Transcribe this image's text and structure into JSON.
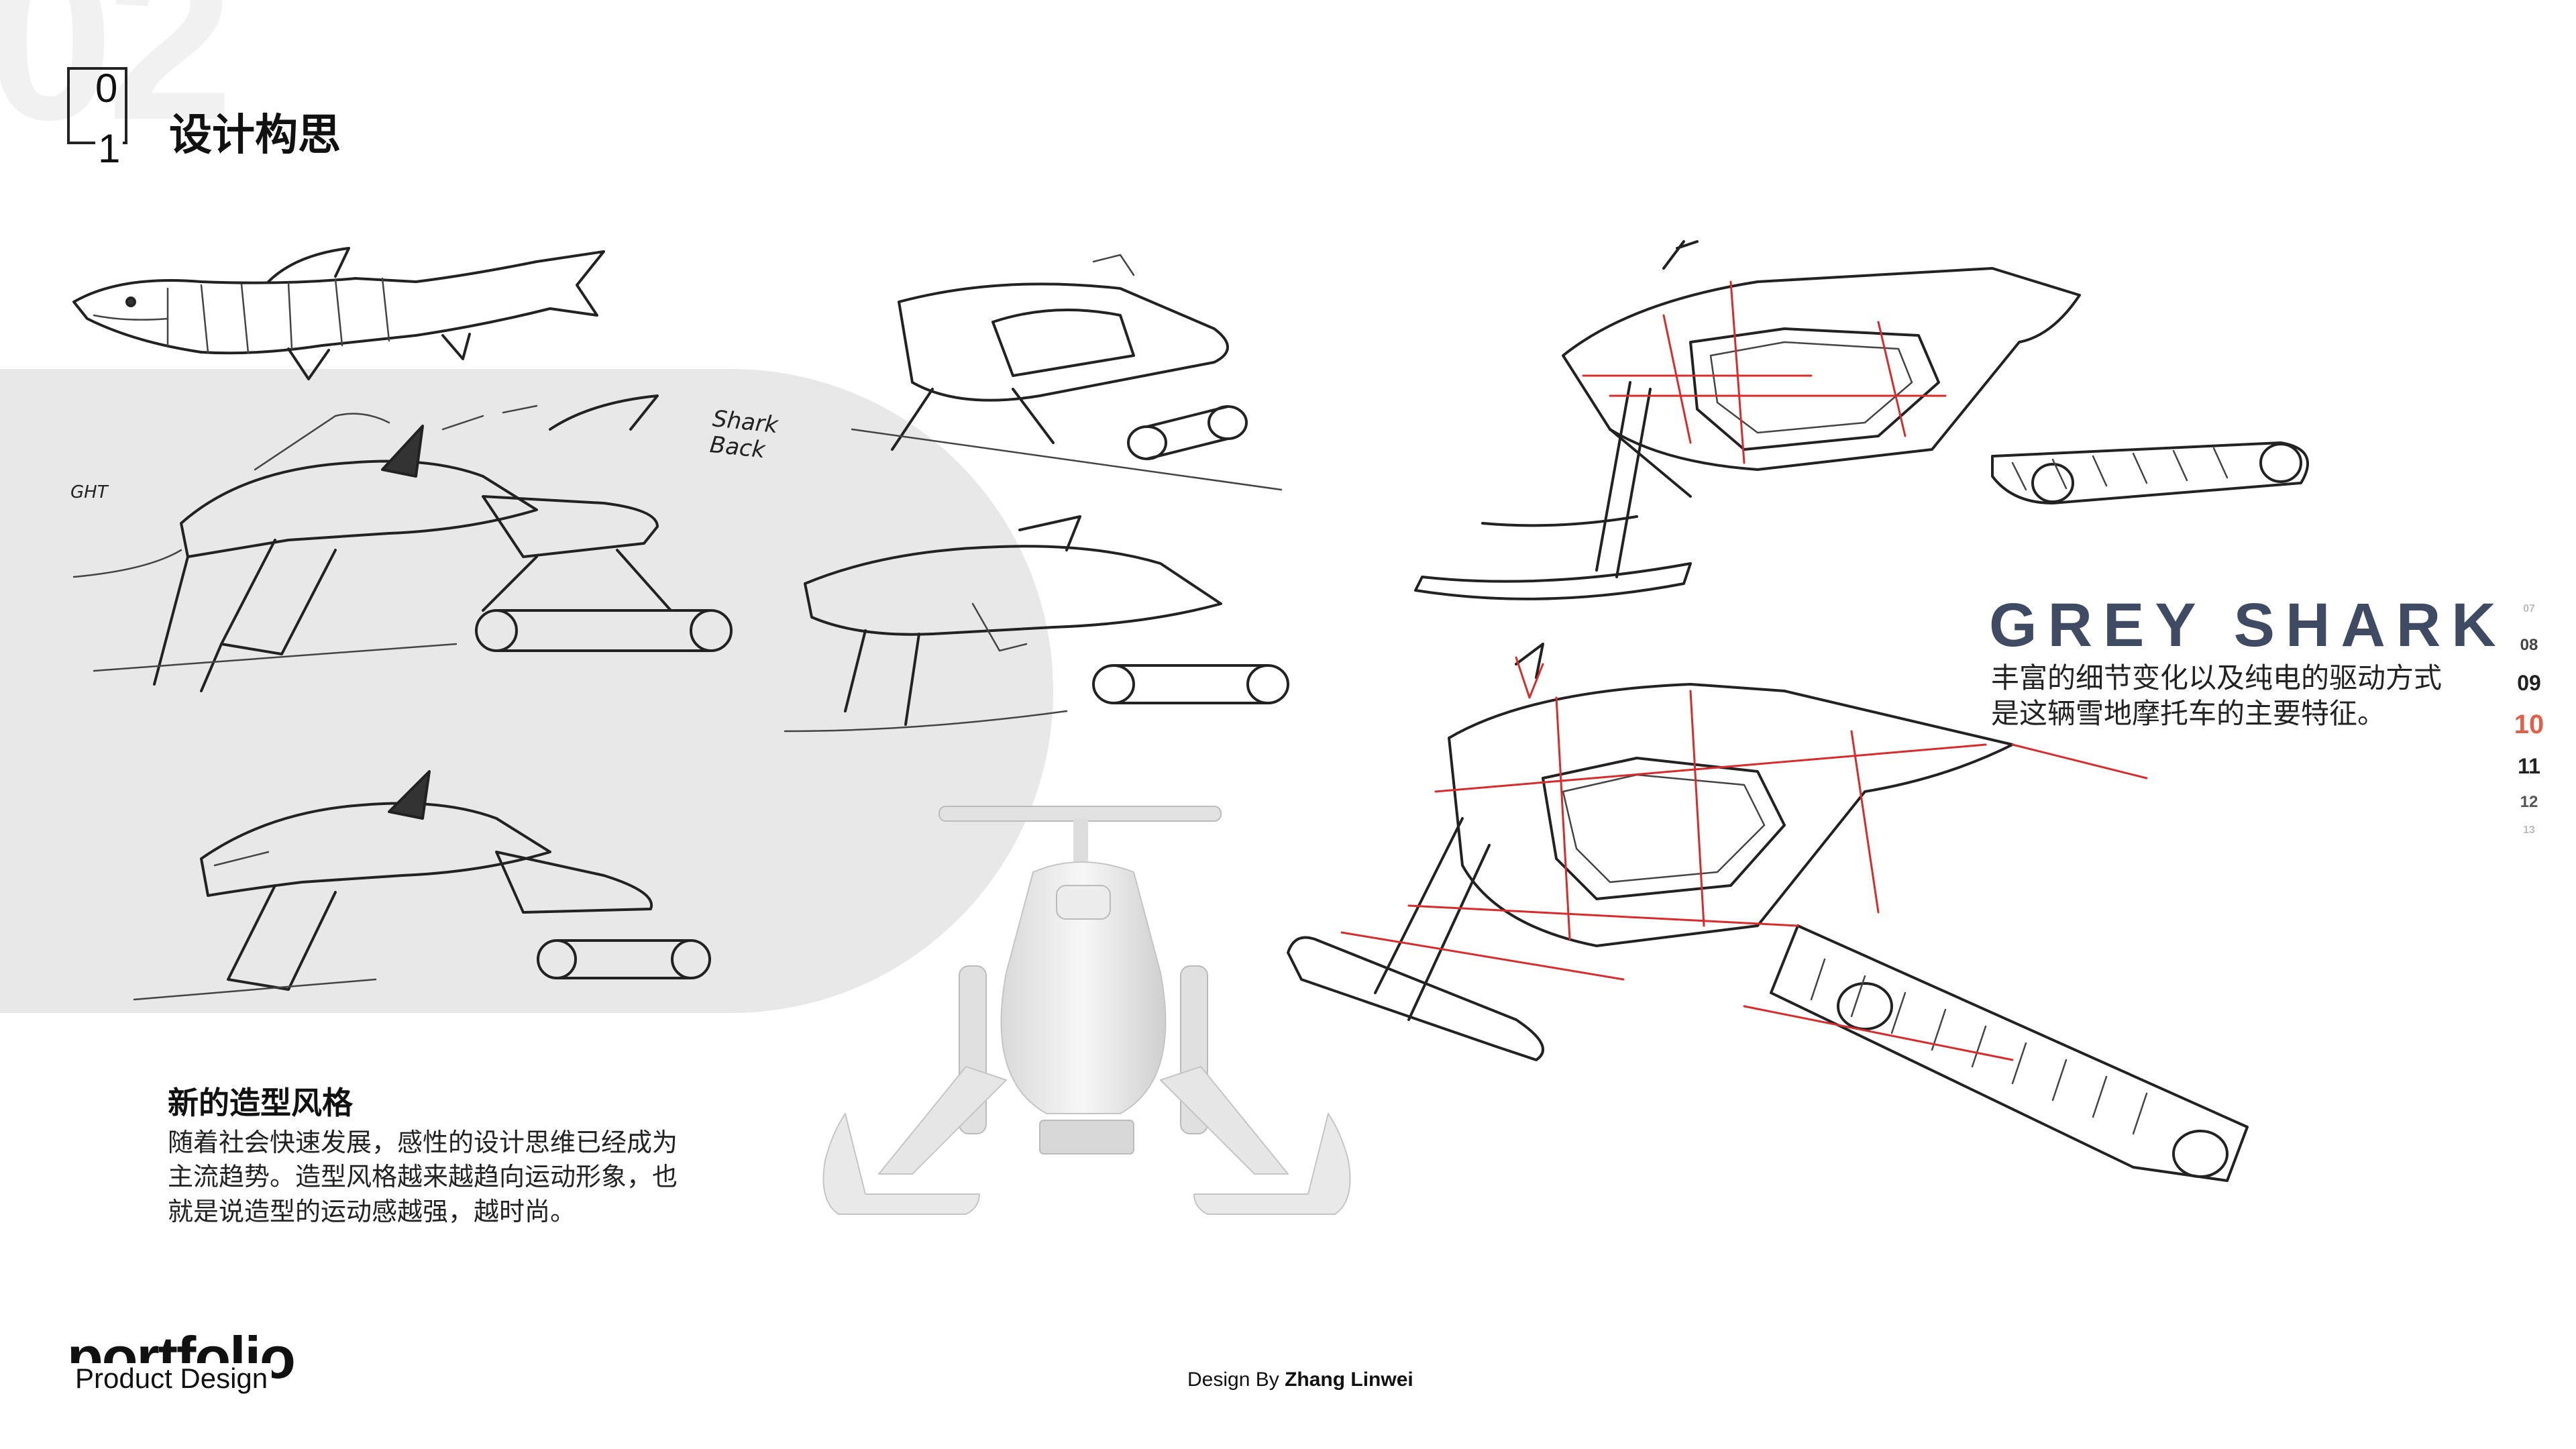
{
  "header": {
    "bg_number": "02",
    "section_digit_top": "0",
    "section_digit_bottom": "1",
    "title": "设计构思"
  },
  "sketch_annotation": {
    "word1": "Shark",
    "word2": "Back",
    "partial_label": "GHT"
  },
  "brand": {
    "name": "GREY SHARK",
    "desc_line1": "丰富的细节变化以及纯电的驱动方式",
    "desc_line2": "是这辆雪地摩托车的主要特征。",
    "title_color": "#3e4b63"
  },
  "page_nav": [
    "07",
    "08",
    "09",
    "10",
    "11",
    "12",
    "13"
  ],
  "page_nav_active": "10",
  "accent_color": "#e0604a",
  "section": {
    "title": "新的造型风格",
    "line1": "随着社会快速发展，感性的设计思维已经成为",
    "line2": "主流趋势。造型风格越来越趋向运动形象，也",
    "line3": "就是说造型的运动感越强，越时尚。"
  },
  "footer": {
    "logo_word": "portfolio",
    "logo_sub": "Product Design",
    "credit_prefix": "Design By",
    "credit_name": "Zhang Linwei"
  }
}
